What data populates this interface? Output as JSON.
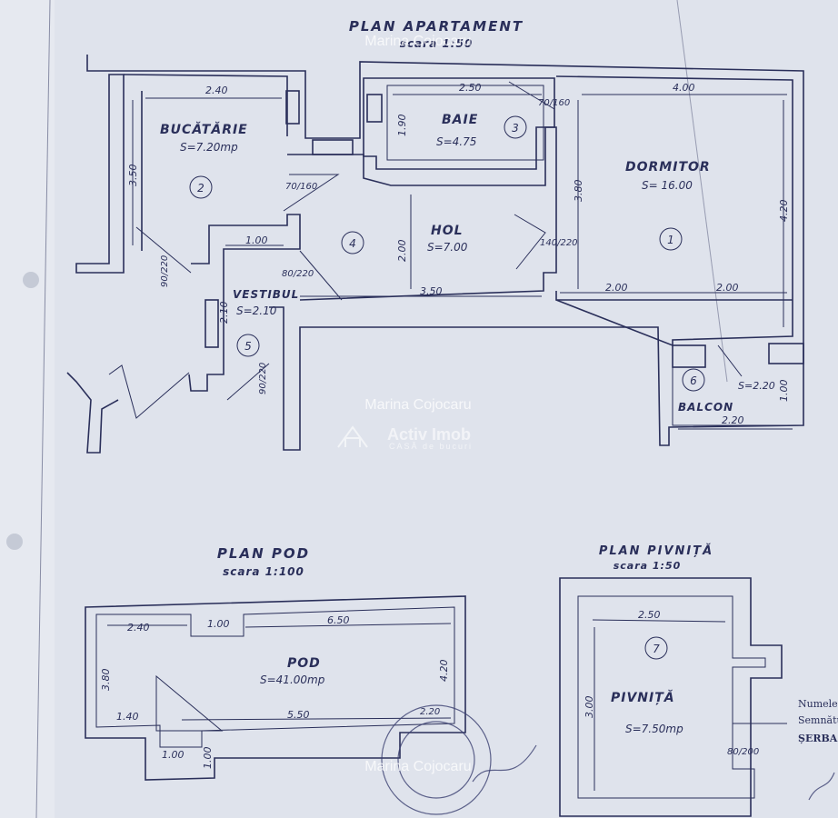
{
  "titles": {
    "apartment": "PLAN APARTAMENT",
    "apartment_scale": "scara 1:50",
    "attic": "PLAN POD",
    "attic_scale": "scara 1:100",
    "basement": "PLAN PIVNIȚĂ",
    "basement_scale": "scara 1:50"
  },
  "rooms": {
    "r1": {
      "name": "DORMITOR",
      "area": "S= 16.00",
      "number": "1"
    },
    "r2": {
      "name": "BUCĂTĂRIE",
      "area": "S=7.20mp",
      "number": "2"
    },
    "r3": {
      "name": "BAIE",
      "area": "S=4.75",
      "number": "3"
    },
    "r4": {
      "name": "HOL",
      "area": "S=7.00",
      "number": "4"
    },
    "r5": {
      "name": "VESTIBUL",
      "area": "S=2.10",
      "number": "5"
    },
    "r6": {
      "name": "BALCON",
      "area": "S=2.20",
      "number": "6"
    },
    "r7": {
      "name": "PIVNIȚĂ",
      "area": "S=7.50mp",
      "number": "7"
    },
    "pod": {
      "name": "POD",
      "area": "S=41.00mp"
    }
  },
  "dimensions": {
    "kitchen_w": "2.40",
    "kitchen_h": "3.50",
    "bath_w": "2.50",
    "bath_h": "1.90",
    "bed_w": "4.00",
    "bed_h": "4.20",
    "hall_h": "3.80",
    "hol_h": "2.00",
    "hol_w": "3.50",
    "bed_bottom_a": "2.00",
    "bed_bottom_b": "2.00",
    "vest_w": "1.00",
    "vest_h": "2.10",
    "balcon_w": "2.20",
    "balcon_h": "1.00",
    "door_70_160_a": "70/160",
    "door_70_160_b": "70/160",
    "door_90_220_a": "90/220",
    "door_90_220_b": "90/220",
    "door_80_220": "80/220",
    "door_140_220": "140/220",
    "pod_a": "2.40",
    "pod_b": "1.00",
    "pod_c": "6.50",
    "pod_d": "3.80",
    "pod_e": "4.20",
    "pod_f": "1.40",
    "pod_g": "5.50",
    "pod_h": "2.20",
    "pod_i": "1.00",
    "pod_j": "1.00",
    "piv_w": "2.50",
    "piv_h": "3.00",
    "piv_door": "80/200"
  },
  "watermarks": {
    "author": "Marina Cojocaru",
    "brand": "Activ Imob",
    "tagline": "CASĂ de bucuri"
  },
  "margin_notes": {
    "n1": "Numele",
    "n2": "Semnătu",
    "n3": "ȘERBA"
  },
  "colors": {
    "paper": "#dfe3ec",
    "ink": "#2a2f5a"
  }
}
